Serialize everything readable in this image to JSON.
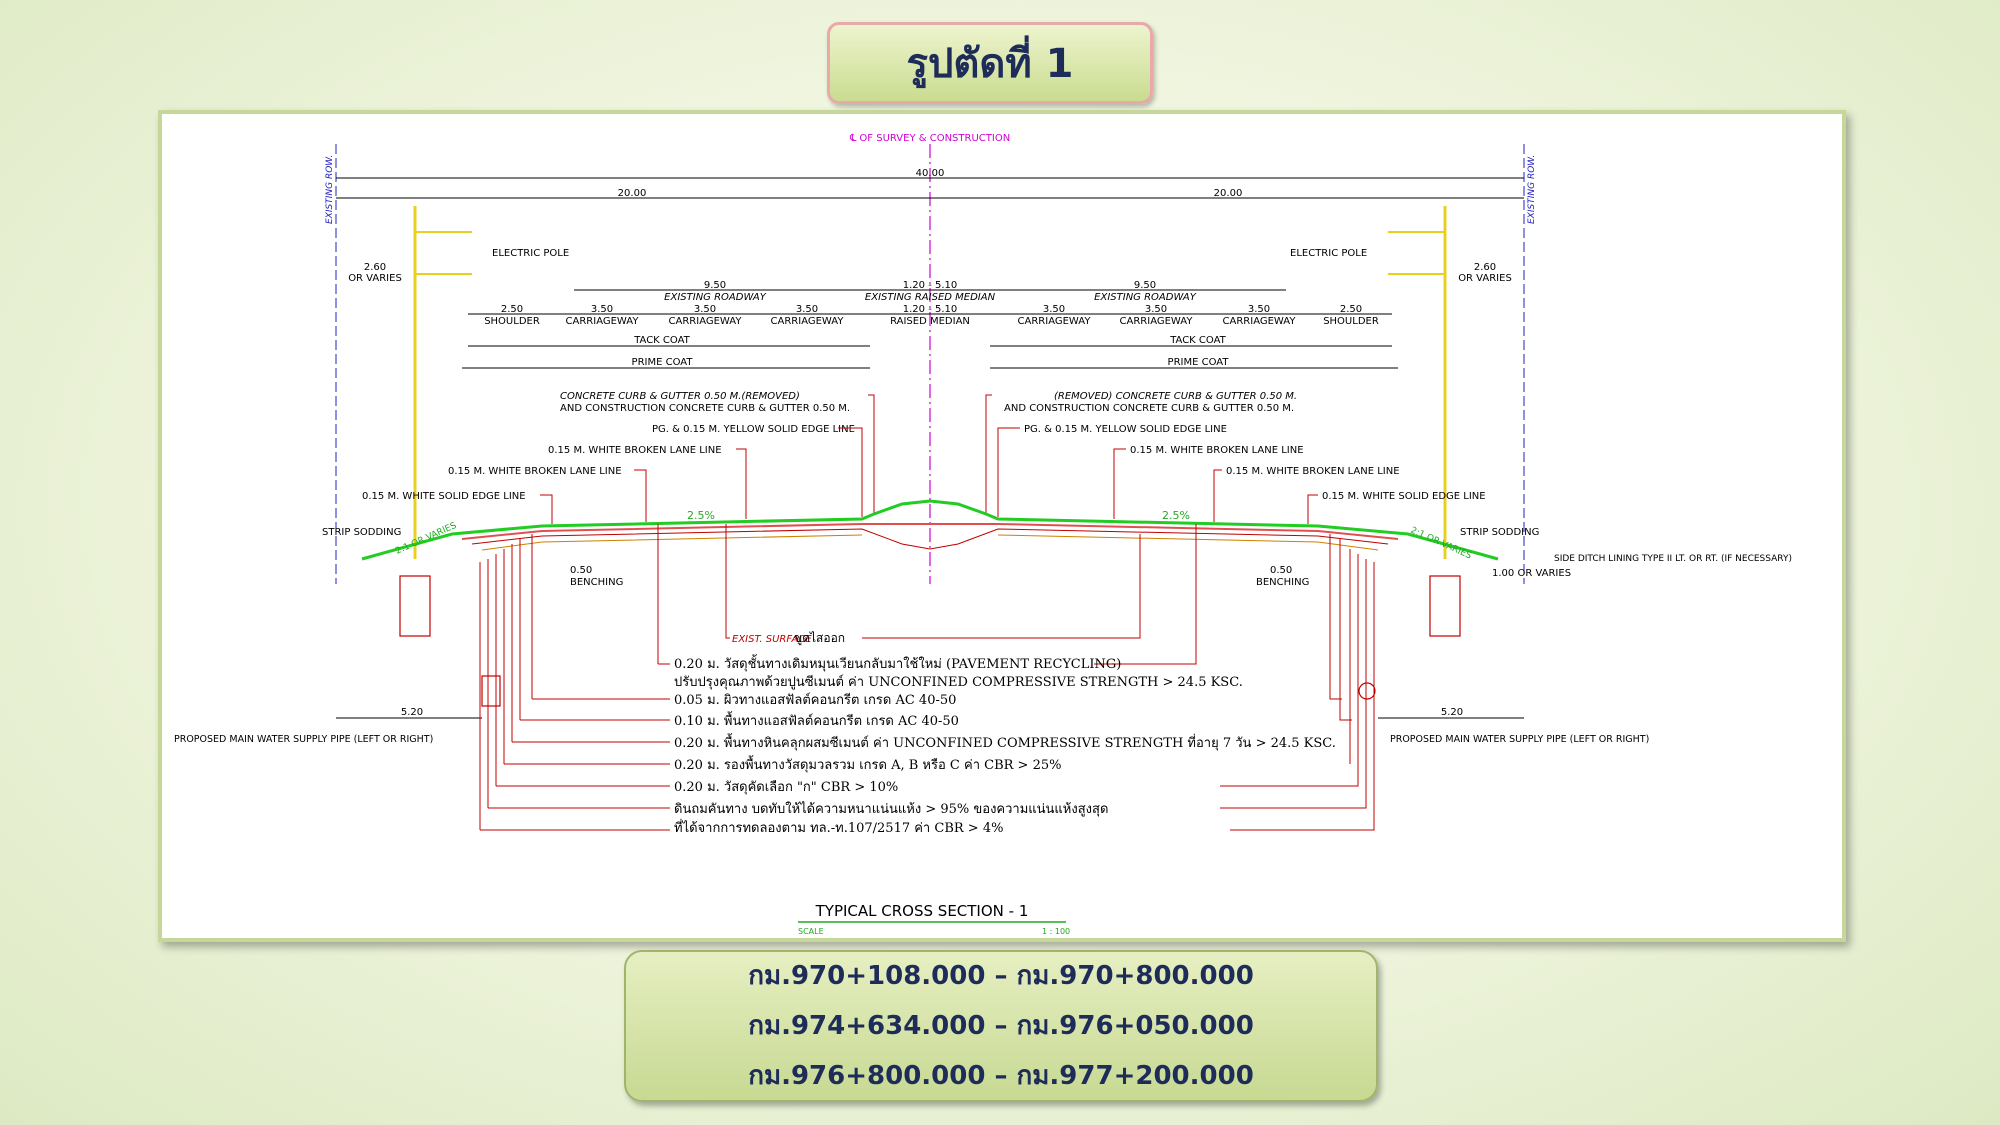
{
  "title": "รูปตัดที่ 1",
  "drawing": {
    "centerline": "℄ OF SURVEY & CONSTRUCTION",
    "existing_row": "EXISTING ROW.",
    "total_width": "40.00",
    "half_width_left": "20.00",
    "half_width_right": "20.00",
    "pole_offset": "2.60",
    "or_varies": "OR VARIES",
    "electric_pole": "ELECTRIC POLE",
    "existing_roadway_width": "9.50",
    "existing_roadway": "EXISTING ROADWAY",
    "median_width": "1.20 - 5.10",
    "existing_raised_median": "EXISTING RAISED MEDIAN",
    "raised_median": "RAISED MEDIAN",
    "shoulder_width": "2.50",
    "shoulder": "SHOULDER",
    "lane_width": "3.50",
    "carriageway": "CARRIAGEWAY",
    "tack_coat": "TACK COAT",
    "prime_coat": "PRIME COAT",
    "curb_left_1": "CONCRETE CURB & GUTTER 0.50 M.(REMOVED)",
    "curb_left_2": "AND CONSTRUCTION CONCRETE CURB & GUTTER 0.50 M.",
    "curb_right_1": "(REMOVED) CONCRETE CURB & GUTTER 0.50 M.",
    "curb_right_2": "AND CONSTRUCTION CONCRETE CURB & GUTTER 0.50 M.",
    "yellow_edge_left": "PG. & 0.15 M. YELLOW SOLID EDGE LINE",
    "yellow_edge_right": "PG. & 0.15 M. YELLOW SOLID EDGE LINE",
    "white_broken_1": "0.15 M. WHITE BROKEN LANE LINE",
    "white_broken_2": "0.15 M. WHITE BROKEN LANE LINE",
    "white_solid": "0.15 M. WHITE SOLID EDGE LINE",
    "strip_sodding": "STRIP SODDING",
    "slope": "2:1 OR VARIES",
    "crossfall": "2.5%",
    "benching_width": "0.50",
    "benching": "BENCHING",
    "side_ditch": "SIDE DITCH LINING TYPE II LT. OR RT. (IF NECESSARY)",
    "ditch_offset": "1.00 OR VARIES",
    "pipe_offset": "5.20",
    "water_pipe_left": "PROPOSED MAIN WATER SUPPLY PIPE (LEFT OR RIGHT)",
    "water_pipe_right": "PROPOSED MAIN WATER SUPPLY PIPE (LEFT OR RIGHT)",
    "exist_surface": "EXIST. SURFACE",
    "exist_surface_th": "ขูดไสออก",
    "layers": [
      "0.20 ม. วัสดุชั้นทางเดิมหมุนเวียนกลับมาใช้ใหม่ (PAVEMENT RECYCLING)",
      "ปรับปรุงคุณภาพด้วยปูนซีเมนต์ ค่า UNCONFINED COMPRESSIVE STRENGTH > 24.5 KSC.",
      "0.05 ม. ผิวทางแอสฟัลต์คอนกรีต เกรด AC 40-50",
      "0.10 ม. พื้นทางแอสฟัลต์คอนกรีต เกรด AC 40-50",
      "0.20 ม. พื้นทางหินคลุกผสมซีเมนต์ ค่า UNCONFINED COMPRESSIVE STRENGTH ที่อายุ 7 วัน > 24.5 KSC.",
      "0.20 ม. รองพื้นทางวัสดุมวลรวม เกรด A, B หรือ C ค่า CBR > 25%",
      "0.20 ม. วัสดุคัดเลือก \"ก\" CBR > 10%",
      "ดินถมคันทาง บดทับให้ได้ความหนาแน่นแห้ง > 95% ของความแน่นแห้งสูงสุด",
      "ที่ได้จากการทดลองตาม ทล.-ท.107/2517 ค่า CBR > 4%"
    ],
    "section_title": "TYPICAL CROSS SECTION - 1",
    "scale_label": "SCALE",
    "scale_value": "1 : 100"
  },
  "km_ranges": [
    "กม.970+108.000 – กม.970+800.000",
    "กม.974+634.000 – กม.976+050.000",
    "กม.976+800.000 – กม.977+200.000"
  ],
  "colors": {
    "title_text": "#1e2c5a",
    "dimension": "#000000",
    "leader": "#c00000",
    "centerline": "#d000d0",
    "row_line": "#2020c0",
    "pavement": "#22cc22",
    "pole": "#e8d020"
  }
}
